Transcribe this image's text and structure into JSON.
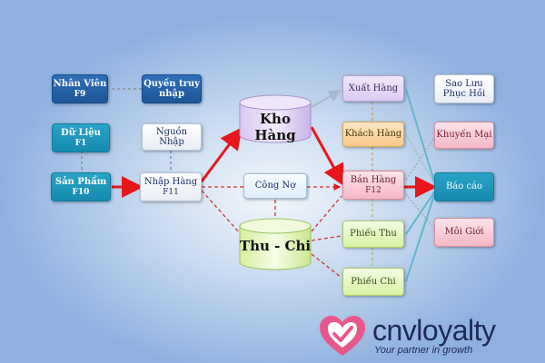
{
  "diagram": {
    "nhan_vien": {
      "label": "Nhân Viên",
      "key": "F9"
    },
    "quyen_truy_nhap": {
      "line1": "Quyền truy",
      "line2": "nhập"
    },
    "du_lieu": {
      "label": "Dữ Liệu",
      "key": "F1"
    },
    "nguon_nhap": {
      "label": "Nguồn Nhập"
    },
    "san_pham": {
      "label": "Sản Phẩm",
      "key": "F10"
    },
    "nhap_hang": {
      "label": "Nhập Hàng",
      "key": "F11"
    },
    "kho_hang": {
      "label": "Kho Hàng"
    },
    "cong_no": {
      "label": "Công Nợ"
    },
    "thu_chi": {
      "label": "Thu - Chi"
    },
    "xuat_hang": {
      "label": "Xuất Hàng"
    },
    "khach_hang": {
      "label": "Khách Hàng"
    },
    "ban_hang": {
      "label": "Bán Hàng",
      "key": "F12"
    },
    "phieu_thu": {
      "label": "Phiếu Thu"
    },
    "phieu_chi": {
      "label": "Phiếu Chi"
    },
    "sao_luu": {
      "line1": "Sao Lưu",
      "line2": "Phục Hồi"
    },
    "khuyen_mai": {
      "label": "Khuyến Mại"
    },
    "bao_cao": {
      "label": "Báo cáo"
    },
    "moi_gioi": {
      "label": "Môi Giới"
    }
  },
  "logo": {
    "wordmark": "cnvloyalty",
    "tagline": "Your partner in growth"
  },
  "colors": {
    "arrow_red": "#e8151b",
    "dashed_red": "#d0302a",
    "connector_teal": "#5fb7cf",
    "logo_heart": "#e8578a",
    "logo_text": "#1e2a55"
  }
}
